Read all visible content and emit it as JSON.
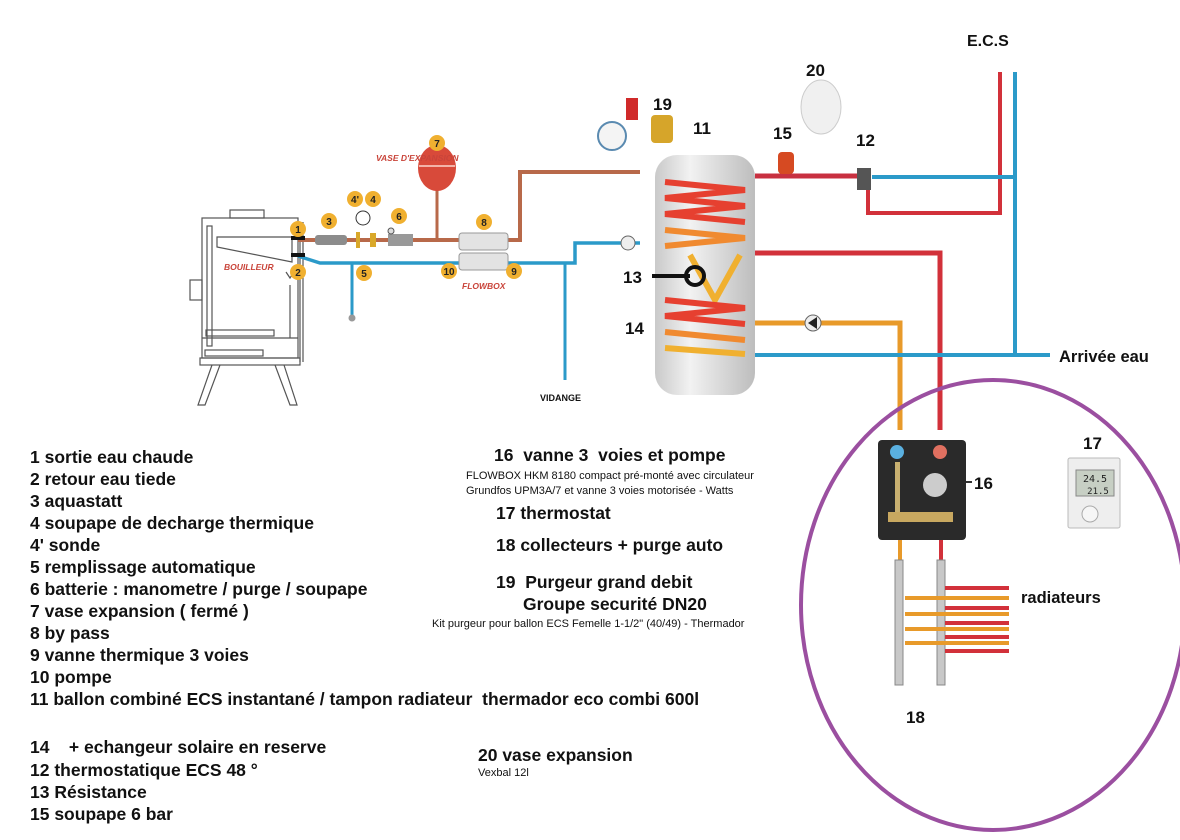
{
  "diagram": {
    "colors": {
      "hot_pipe": "#b8694a",
      "hot_water": "#d2313a",
      "cold_water": "#2b9ac9",
      "return": "#e89a2a",
      "badge": "#f0b030",
      "zone": "#9b4fa0"
    },
    "labels": {
      "bouilleur": "BOUILLEUR",
      "vase_expansion": "VASE D'EXPANSION",
      "flowbox": "FLOWBOX",
      "vidange": "VIDANGE",
      "ecs": "E.C.S",
      "arrivee_eau": "Arrivée eau",
      "radiateurs": "radiateurs"
    },
    "badges": {
      "b1": "1",
      "b2": "2",
      "b3": "3",
      "b4p": "4'",
      "b4": "4",
      "b5": "5",
      "b6": "6",
      "b7": "7",
      "b8": "8",
      "b9": "9",
      "b10": "10"
    },
    "numbers": {
      "n11": "11",
      "n12": "12",
      "n13": "13",
      "n14": "14",
      "n15": "15",
      "n16": "16",
      "n17": "17",
      "n18": "18",
      "n19": "19",
      "n20": "20"
    },
    "thermostat_display": {
      "top": "24.5",
      "bottom": "21.5"
    }
  },
  "legend_left": [
    "1 sortie eau chaude",
    "2 retour eau tiede",
    "3 aquastatt",
    "4 soupape de decharge thermique",
    "4' sonde",
    "5 remplissage automatique",
    "6 batterie : manometre / purge / soupape",
    "7 vase expansion ( fermé )",
    "8 by pass",
    "9 vanne thermique 3 voies",
    "10 pompe",
    "11 ballon combiné ECS instantané / tampon radiateur  thermador eco combi 600l",
    "14    + echangeur solaire en reserve",
    "12 thermostatique ECS 48 °",
    "13 Résistance",
    "15 soupape 6 bar"
  ],
  "legend_right": {
    "item16_title": "16  vanne 3  voies et pompe",
    "item16_desc1": "FLOWBOX HKM 8180 compact pré-monté avec circulateur",
    "item16_desc2": "Grundfos UPM3A/7 et vanne 3 voies motorisée - Watts",
    "item17": "17 thermostat",
    "item18": "18 collecteurs + purge auto",
    "item19_title": "19  Purgeur grand debit",
    "item19_sub": "Groupe securité DN20",
    "item19_desc": "Kit purgeur pour ballon ECS Femelle 1-1/2\" (40/49) - Thermador",
    "item20_title": "20 vase expansion",
    "item20_desc": "Vexbal 12l"
  }
}
